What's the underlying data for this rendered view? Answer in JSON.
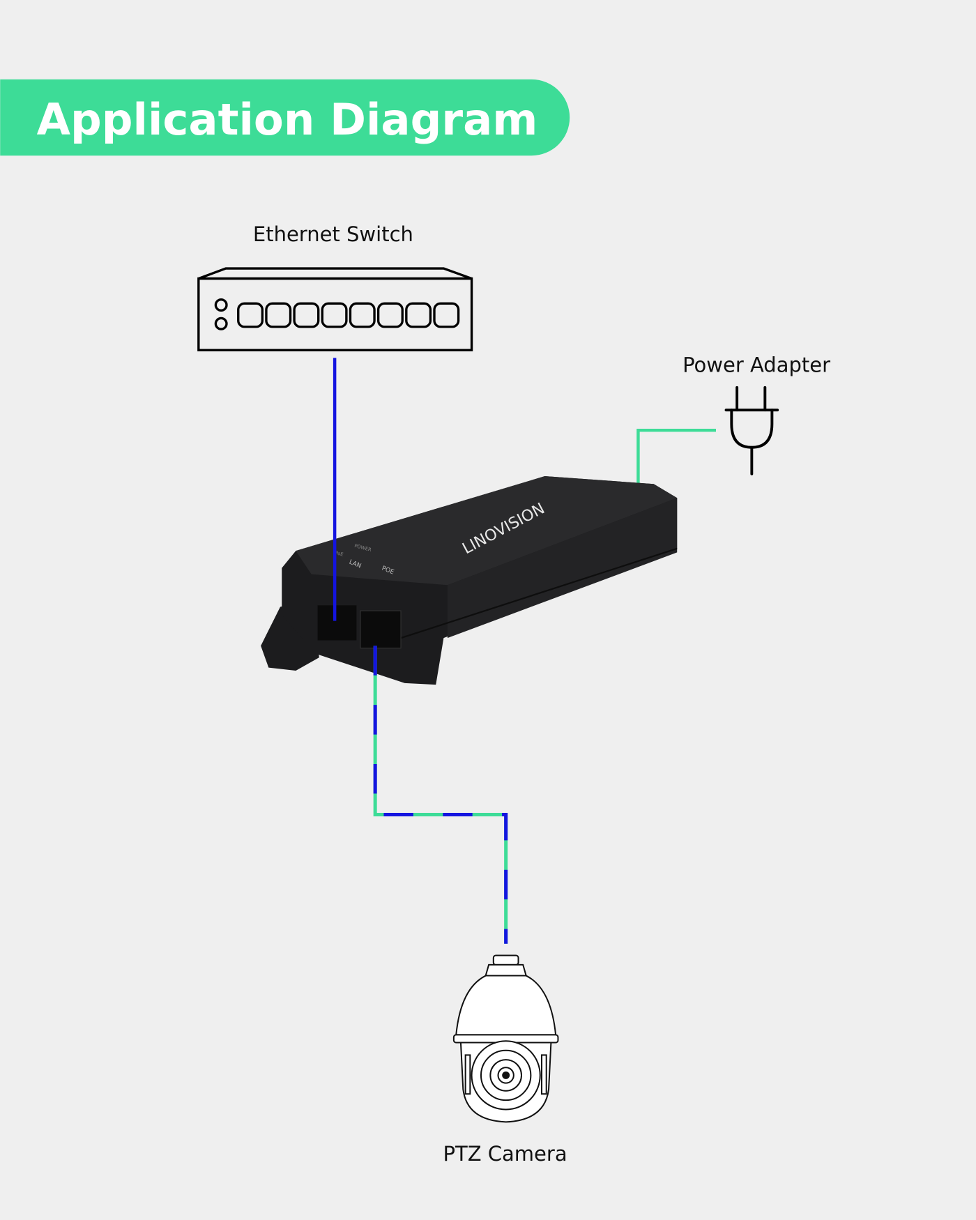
{
  "title": "Application Diagram",
  "nodes": {
    "switch": "Ethernet Switch",
    "adapter": "Power Adapter",
    "camera": "PTZ Camera"
  },
  "device": {
    "brand": "LINOVISION",
    "port_labels": [
      "LAN",
      "POE"
    ],
    "led_labels": [
      "POWER",
      "PoE"
    ]
  },
  "colors": {
    "accent": "#3ddc97",
    "data_line": "#1414e0",
    "background": "#efefef",
    "device": "#1c1c1e"
  }
}
